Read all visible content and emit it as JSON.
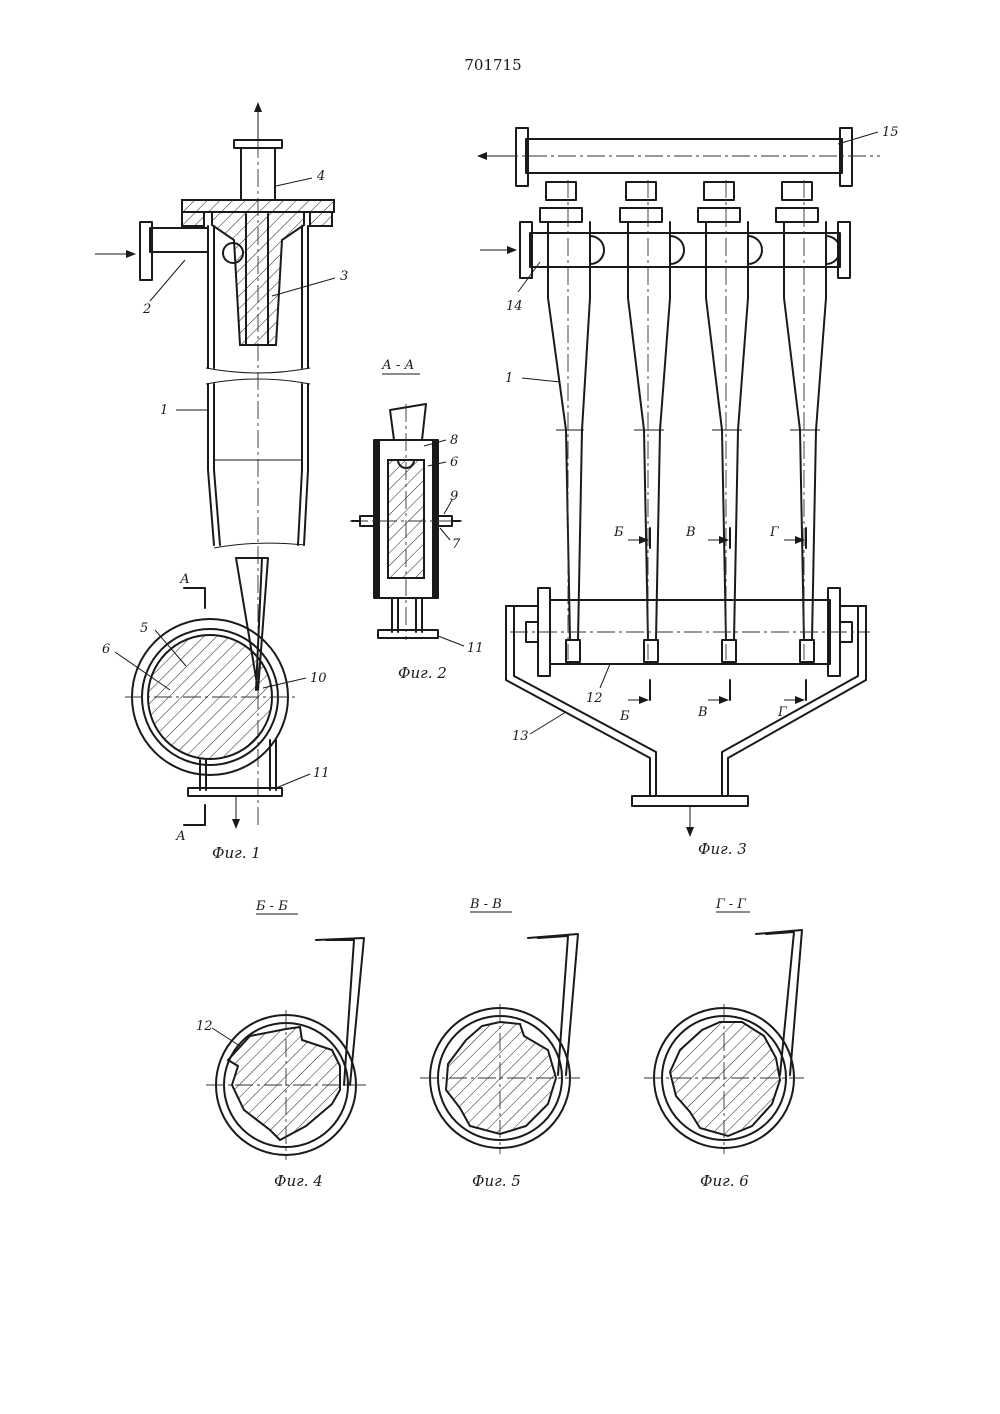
{
  "patent_number": "701715",
  "section_labels": {
    "a": "А",
    "aa": "А - А",
    "bb": "Б - Б",
    "vv": "В - В",
    "gg": "Г - Г",
    "b": "Б",
    "v": "В",
    "g": "Г"
  },
  "figure_captions": [
    "Фиг. 1",
    "Фиг. 2",
    "Фиг. 3",
    "Фиг. 4",
    "Фиг. 5",
    "Фиг. 6"
  ],
  "part_labels": {
    "p1": "1",
    "p2": "2",
    "p3": "3",
    "p4": "4",
    "p5": "5",
    "p6": "6",
    "p7": "7",
    "p8": "8",
    "p9": "9",
    "p10": "10",
    "p11": "11",
    "p12": "12",
    "p13": "13",
    "p14": "14",
    "p15": "15"
  }
}
